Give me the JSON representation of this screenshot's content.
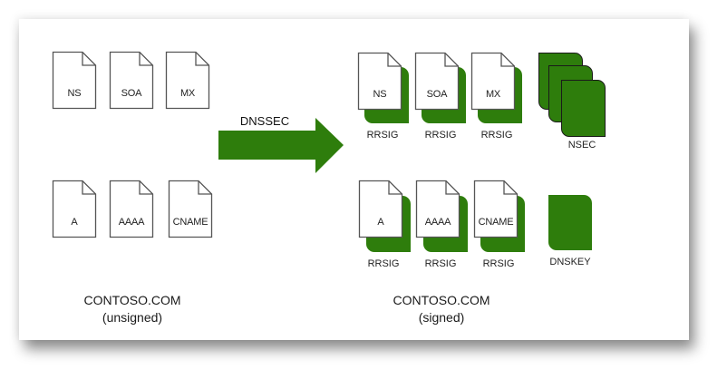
{
  "arrow": {
    "label": "DNSSEC",
    "color": "#2e7d0c"
  },
  "unsigned": {
    "records_row1": [
      "NS",
      "SOA",
      "MX"
    ],
    "records_row2": [
      "A",
      "AAAA",
      "CNAME"
    ],
    "zone_name": "CONTOSO.COM",
    "zone_state": "(unsigned)"
  },
  "signed": {
    "records_row1": [
      "NS",
      "SOA",
      "MX"
    ],
    "records_row2": [
      "A",
      "AAAA",
      "CNAME"
    ],
    "signature_label": "RRSIG",
    "nsec_label": "NSEC",
    "dnskey_label": "DNSKEY",
    "zone_name": "CONTOSO.COM",
    "zone_state": "(signed)"
  },
  "colors": {
    "signature_green": "#2e7d0c",
    "doc_outline": "#555555"
  }
}
